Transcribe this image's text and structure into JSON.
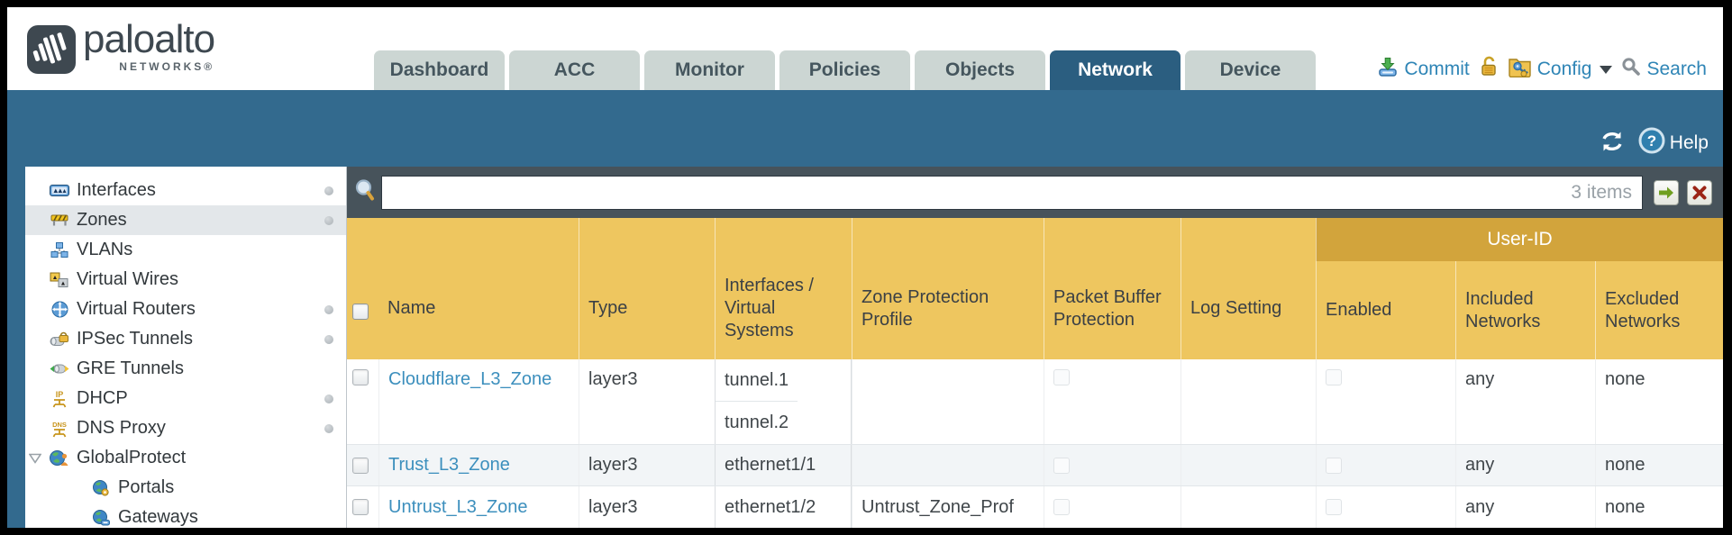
{
  "brand": {
    "wordmark": "paloalto",
    "sub": "NETWORKS®"
  },
  "tabs": [
    {
      "label": "Dashboard",
      "active": false
    },
    {
      "label": "ACC",
      "active": false
    },
    {
      "label": "Monitor",
      "active": false
    },
    {
      "label": "Policies",
      "active": false
    },
    {
      "label": "Objects",
      "active": false
    },
    {
      "label": "Network",
      "active": true
    },
    {
      "label": "Device",
      "active": false
    }
  ],
  "utility": {
    "commit_label": "Commit",
    "config_label": "Config",
    "search_label": "Search"
  },
  "band": {
    "help_label": "Help"
  },
  "sidebar": {
    "items": [
      {
        "label": "Interfaces",
        "icon": "interfaces-icon",
        "has_dot": true,
        "selected": false
      },
      {
        "label": "Zones",
        "icon": "zones-icon",
        "has_dot": true,
        "selected": true
      },
      {
        "label": "VLANs",
        "icon": "vlans-icon",
        "has_dot": false,
        "selected": false
      },
      {
        "label": "Virtual Wires",
        "icon": "virtual-wires-icon",
        "has_dot": false,
        "selected": false
      },
      {
        "label": "Virtual Routers",
        "icon": "virtual-routers-icon",
        "has_dot": true,
        "selected": false
      },
      {
        "label": "IPSec Tunnels",
        "icon": "ipsec-tunnels-icon",
        "has_dot": true,
        "selected": false
      },
      {
        "label": "GRE Tunnels",
        "icon": "gre-tunnels-icon",
        "has_dot": false,
        "selected": false
      },
      {
        "label": "DHCP",
        "icon": "dhcp-icon",
        "has_dot": true,
        "selected": false
      },
      {
        "label": "DNS Proxy",
        "icon": "dns-proxy-icon",
        "has_dot": true,
        "selected": false
      },
      {
        "label": "GlobalProtect",
        "icon": "globalprotect-icon",
        "has_dot": false,
        "selected": false,
        "expanded": true
      },
      {
        "label": "Portals",
        "icon": "portals-icon",
        "has_dot": false,
        "selected": false,
        "child": true
      },
      {
        "label": "Gateways",
        "icon": "gateways-icon",
        "has_dot": false,
        "selected": false,
        "child": true
      }
    ]
  },
  "filter": {
    "count_text": "3 items",
    "value": ""
  },
  "table": {
    "group_header": "User-ID",
    "columns": [
      "Name",
      "Type",
      "Interfaces / Virtual Systems",
      "Zone Protection Profile",
      "Packet Buffer Protection",
      "Log Setting",
      "Enabled",
      "Included Networks",
      "Excluded Networks"
    ],
    "rows": [
      {
        "name": "Cloudflare_L3_Zone",
        "type": "layer3",
        "interfaces": [
          "tunnel.1",
          "tunnel.2"
        ],
        "zone_protection_profile": "",
        "packet_buffer_protection": false,
        "log_setting": "",
        "enabled": false,
        "included_networks": "any",
        "excluded_networks": "none"
      },
      {
        "name": "Trust_L3_Zone",
        "type": "layer3",
        "interfaces": [
          "ethernet1/1"
        ],
        "zone_protection_profile": "",
        "packet_buffer_protection": false,
        "log_setting": "",
        "enabled": false,
        "included_networks": "any",
        "excluded_networks": "none"
      },
      {
        "name": "Untrust_L3_Zone",
        "type": "layer3",
        "interfaces": [
          "ethernet1/2"
        ],
        "zone_protection_profile": "Untrust_Zone_Prof",
        "packet_buffer_protection": false,
        "log_setting": "",
        "enabled": false,
        "included_networks": "any",
        "excluded_networks": "none"
      }
    ]
  }
}
